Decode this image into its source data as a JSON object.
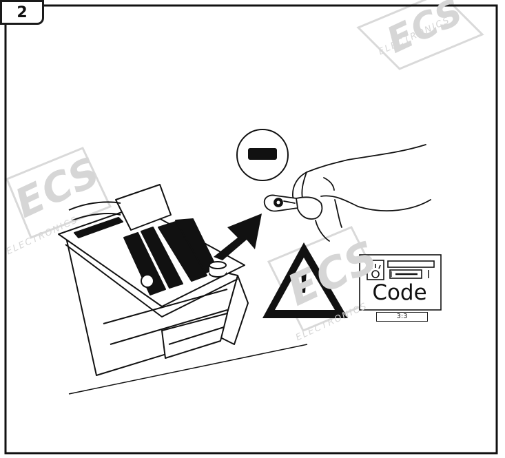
{
  "step_number": "2",
  "code_panel": {
    "label": "Code",
    "fraction": "3:3"
  },
  "watermark": {
    "brand": "ECS",
    "subtitle": "ELECTRONICS"
  },
  "icons": {
    "negative_terminal": "minus-circle-icon",
    "warning": "warning-triangle-icon",
    "arrow": "direction-arrow-icon",
    "radio_code": "radio-code-icon"
  },
  "colors": {
    "line": "#111111",
    "watermark": "#d6d6d6",
    "background": "#ffffff"
  }
}
